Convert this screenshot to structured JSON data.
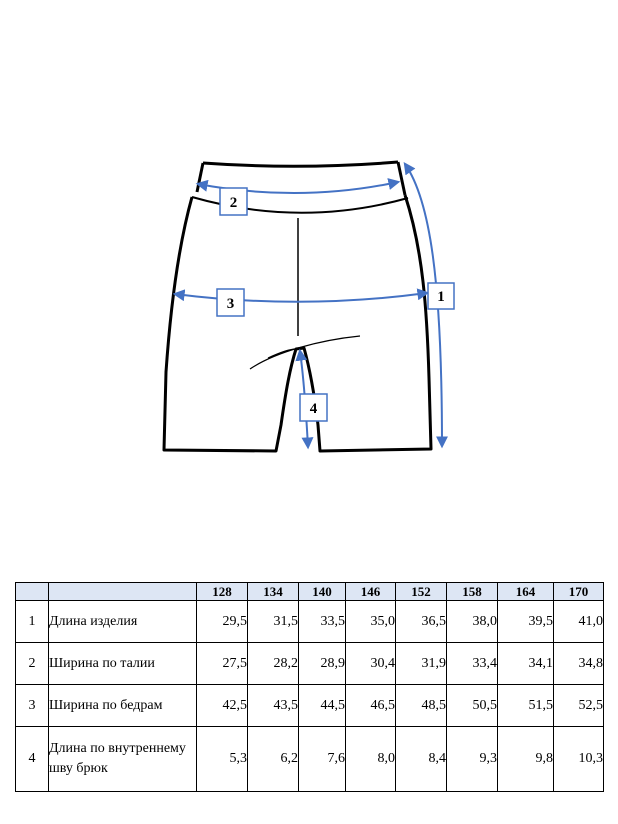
{
  "figure": {
    "callouts": [
      "1",
      "2",
      "3",
      "4"
    ],
    "colors": {
      "outline": "#000000",
      "arrow": "#4472c4"
    }
  },
  "table": {
    "corner": [
      "",
      ""
    ],
    "sizes": [
      "128",
      "134",
      "140",
      "146",
      "152",
      "158",
      "164",
      "170"
    ],
    "rows": [
      {
        "num": "1",
        "name": "Длина изделия",
        "values": [
          "29,5",
          "31,5",
          "33,5",
          "35,0",
          "36,5",
          "38,0",
          "39,5",
          "41,0"
        ]
      },
      {
        "num": "2",
        "name": "Ширина по талии",
        "values": [
          "27,5",
          "28,2",
          "28,9",
          "30,4",
          "31,9",
          "33,4",
          "34,1",
          "34,8"
        ]
      },
      {
        "num": "3",
        "name": "Ширина по бедрам",
        "values": [
          "42,5",
          "43,5",
          "44,5",
          "46,5",
          "48,5",
          "50,5",
          "51,5",
          "52,5"
        ]
      },
      {
        "num": "4",
        "name": "Длина по внутреннему шву брюк",
        "values": [
          "5,3",
          "6,2",
          "7,6",
          "8,0",
          "8,4",
          "9,3",
          "9,8",
          "10,3"
        ]
      }
    ],
    "header_fill": "#dde6f4"
  }
}
